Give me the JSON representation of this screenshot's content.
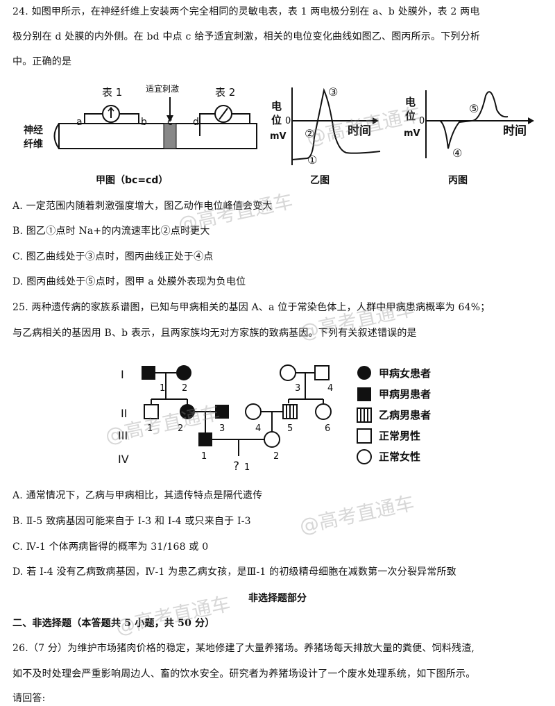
{
  "q24": {
    "line1": "24. 如图甲所示，在神经纤维上安装两个完全相同的灵敏电表，表 1 两电极分别在 a、b 处膜外，表 2 两电",
    "line2": "极分别在 d 处膜的内外侧。在 bd 中点 c 给予适宜刺激，相关的电位变化曲线如图乙、图丙所示。下列分析",
    "line3": "中。正确的是",
    "fig": {
      "meter1": "表 1",
      "meter2": "表 2",
      "stimulus": "适宜刺激",
      "a": "a",
      "b": "b",
      "c": "c",
      "d": "d",
      "fiber1": "神经",
      "fiber2": "纤维",
      "cap_jia": "甲图（bc=cd）",
      "cap_yi": "乙图",
      "cap_bing": "丙图",
      "ylab1": "电",
      "ylab2": "位",
      "ylab3": "mV",
      "zero": "0",
      "xlab": "时间",
      "p1": "①",
      "p2": "②",
      "p3": "③",
      "p4": "④",
      "p5": "⑤"
    },
    "optA": "A. 一定范围内随着刺激强度增大，图乙动作电位峰值会变大",
    "optB": "B. 图乙①点时 Na+的内流速率比②点时更大",
    "optC": "C. 图乙曲线处于③点时，图丙曲线正处于④点",
    "optD": "D. 图丙曲线处于⑤点时，图甲 a 处膜外表现为负电位"
  },
  "q25": {
    "line1": "25. 两种遗传病的家族系谱图，已知与甲病相关的基因 A、a 位于常染色体上，人群中甲病患病概率为 64%；",
    "line2": "与乙病相关的基因用 B、b 表示，且两家族均无对方家族的致病基因。下列有关叙述错误的是",
    "ped": {
      "gen1": "I",
      "gen2": "II",
      "gen3": "III",
      "gen4": "IV",
      "n1": "1",
      "n2": "2",
      "n3": "3",
      "n4": "4",
      "n5": "5",
      "n6": "6",
      "q": "?",
      "legend": [
        "甲病女患者",
        "甲病男患者",
        "乙病男患者",
        "正常男性",
        "正常女性"
      ]
    },
    "optA": "A. 通常情况下，乙病与甲病相比，其遗传特点是隔代遗传",
    "optB": "B. Ⅱ-5 致病基因可能来自于 I-3 和 I-4 或只来自于 I-3",
    "optC": "C. Ⅳ-1 个体两病皆得的概率为 31/168 或 0",
    "optD": "D. 若 I-4 没有乙病致病基因，Ⅳ-1 为患乙病女孩，是Ⅲ-1 的初级精母细胞在减数第一次分裂异常所致"
  },
  "section_title": "非选择题部分",
  "part2": "二、非选择题（本答题共 5 小题，共 50 分）",
  "q26": {
    "line1": "26.（7 分）为维护市场猪肉价格的稳定，某地修建了大量养猪场。养猪场每天排放大量的粪便、饲料残渣,",
    "line2": "如不及时处理会严重影响周边人、畜的饮水安全。研究者为养猪场设计了一个废水处理系统，如下图所示。",
    "line3": "请回答:"
  },
  "watermark": "@高考直通车"
}
